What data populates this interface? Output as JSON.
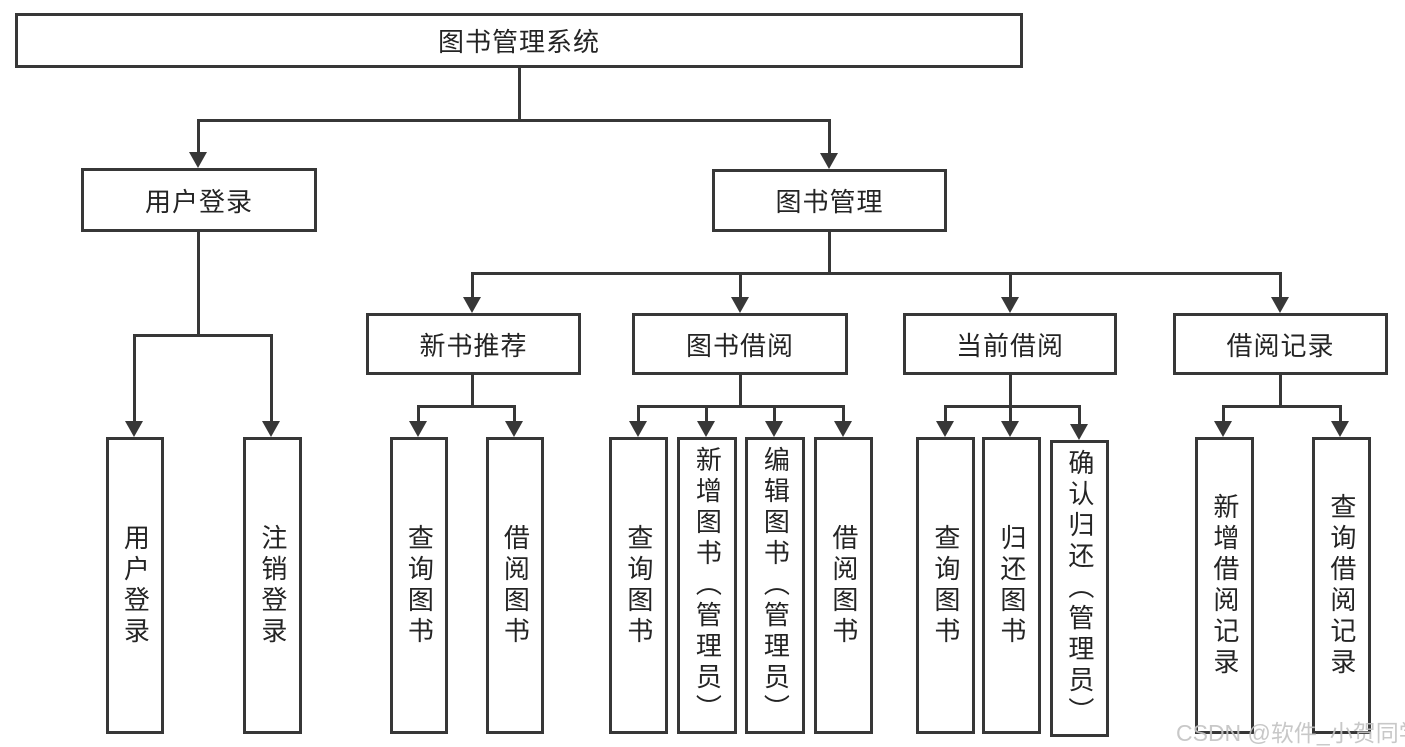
{
  "title": "图书管理系统",
  "level2": [
    "用户登录",
    "图书管理"
  ],
  "level3": [
    "新书推荐",
    "图书借阅",
    "当前借阅",
    "借阅记录"
  ],
  "leaves": {
    "user": [
      "用户登录",
      "注销登录"
    ],
    "recommend": [
      "查询图书",
      "借阅图书"
    ],
    "borrow": [
      "查询图书",
      "新增图书（管理员）",
      "编辑图书（管理员）",
      "借阅图书"
    ],
    "current": [
      "查询图书",
      "归还图书",
      "确认归还（管理员）"
    ],
    "records": [
      "新增借阅记录",
      "查询借阅记录"
    ]
  },
  "watermark": "CSDN @软件_小贺同学",
  "colors": {
    "line": "#373737",
    "text": "#242424",
    "background": "#ffffff",
    "watermark": "#c3c3c3"
  }
}
